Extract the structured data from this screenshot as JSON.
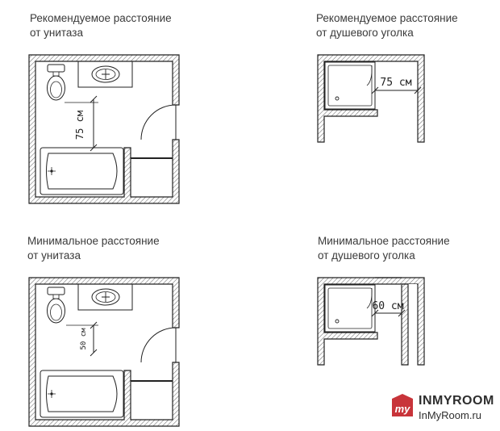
{
  "captions": {
    "rec_toilet": [
      "Рекомендуемое расстояние",
      "от унитаза"
    ],
    "rec_shower": [
      "Рекомендуемое расстояние",
      "от душевого уголка"
    ],
    "min_toilet": [
      "Минимальное расстояние",
      "от унитаза"
    ],
    "min_shower": [
      "Минимальное расстояние",
      "от душевого уголка"
    ]
  },
  "dimensions": {
    "rec_toilet": "75 см",
    "rec_shower": "75 см",
    "min_toilet": "50 см",
    "min_shower": "60 см"
  },
  "logo": {
    "mark": "my",
    "brand": "INMYROOM",
    "url": "InMyRoom.ru",
    "color": "#c8343a"
  }
}
